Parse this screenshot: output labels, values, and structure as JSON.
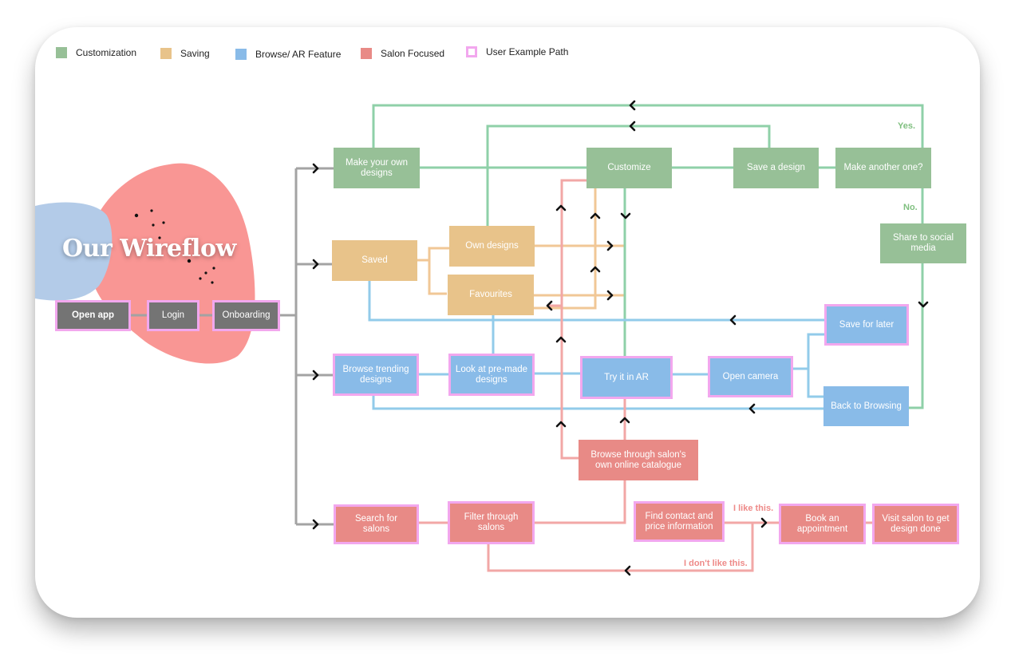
{
  "title": "Our Wireflow",
  "colors": {
    "customization": "#97c097",
    "saving": "#e8c38a",
    "browse": "#89bbe8",
    "salon": "#e88a86",
    "highlight": "#f2a7ee",
    "gray": "#747474"
  },
  "legend": {
    "customization": "Customization",
    "saving": "Saving",
    "browse": "Browse/ AR Feature",
    "salon": "Salon Focused",
    "path": "User Example Path"
  },
  "nodes": {
    "open_app": "Open app",
    "login": "Login",
    "onboarding": "Onboarding",
    "make_designs": "Make your own designs",
    "customize": "Customize",
    "save_design": "Save a design",
    "make_another": "Make another one?",
    "share": "Share to social media",
    "saved": "Saved",
    "own_designs": "Own designs",
    "favourites": "Favourites",
    "save_later": "Save for later",
    "browse_trending": "Browse trending designs",
    "look_premade": "Look at pre-made designs",
    "try_ar": "Try it in AR",
    "open_camera": "Open camera",
    "back_browsing": "Back to Browsing",
    "salon_catalogue": "Browse through salon's own online catalogue",
    "search_salons": "Search for salons",
    "filter_salons": "Filter through salons",
    "find_contact": "Find contact and price information",
    "book": "Book an appointment",
    "visit": "Visit salon to get design done"
  },
  "labels": {
    "yes": "Yes.",
    "no": "No.",
    "like": "I like this.",
    "dislike": "I don't like this."
  }
}
